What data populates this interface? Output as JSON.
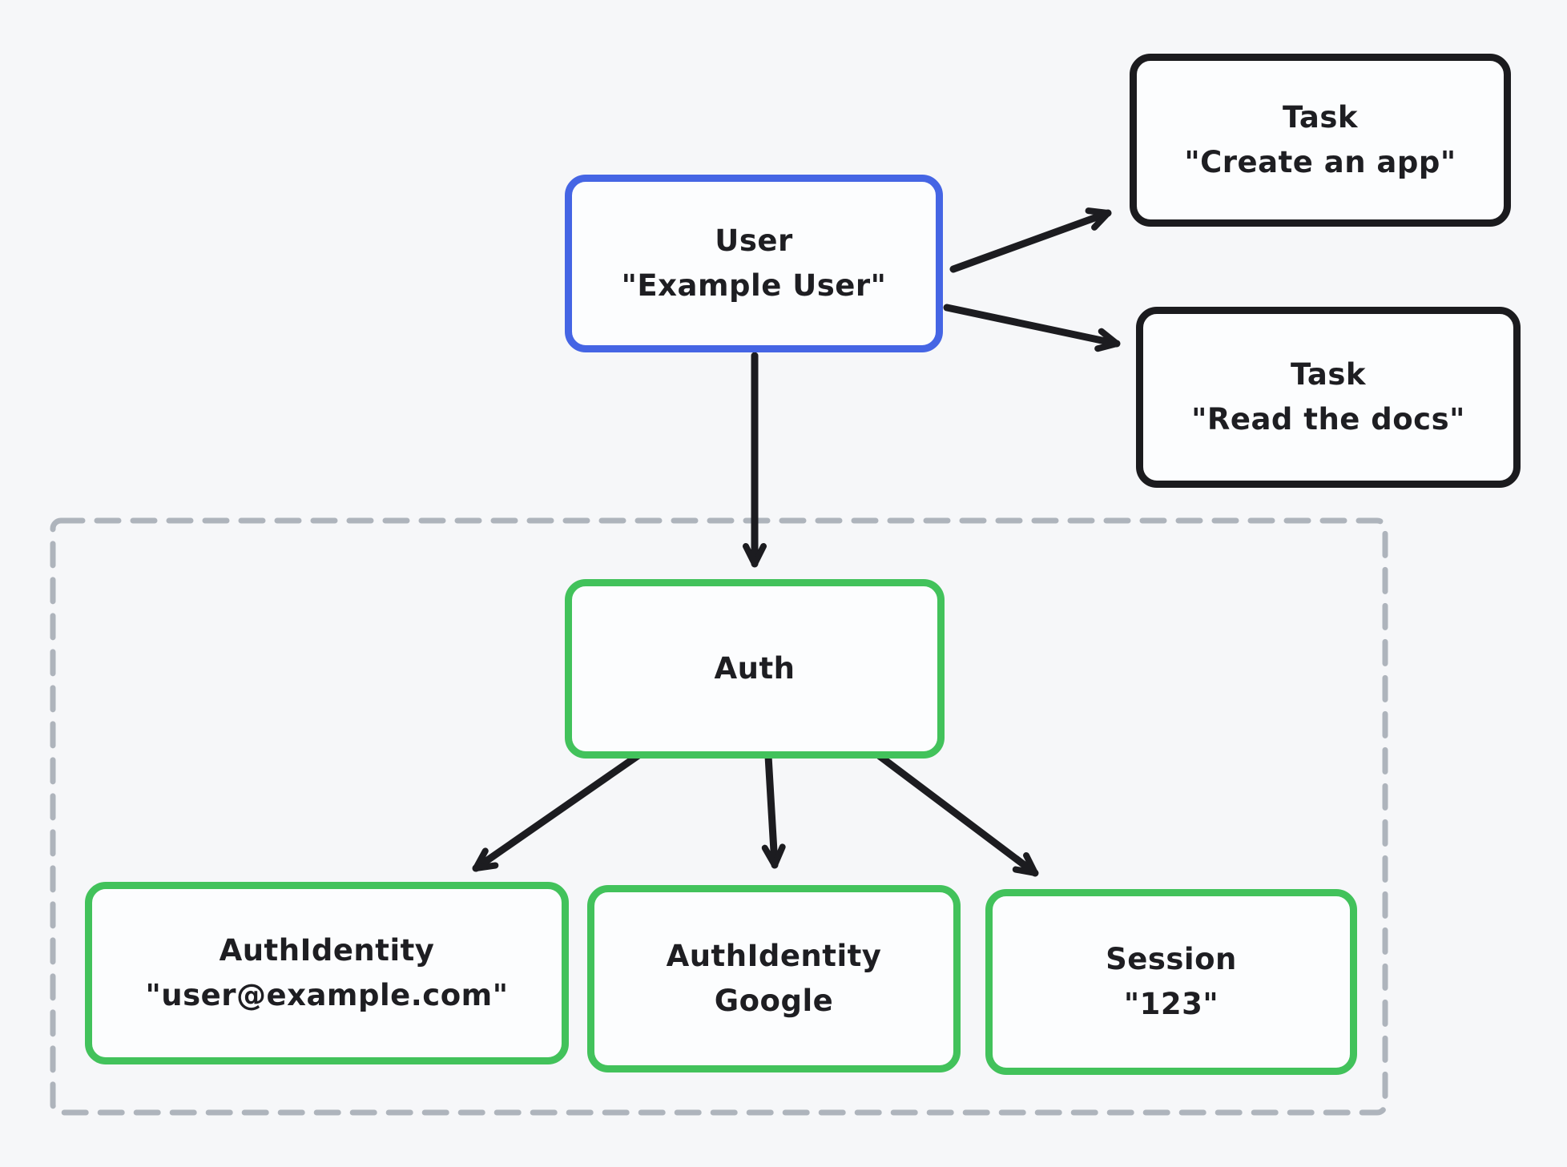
{
  "diagram": {
    "nodes": {
      "user": {
        "lines": [
          "User",
          "\"Example User\""
        ]
      },
      "task_create": {
        "lines": [
          "Task",
          "\"Create an app\""
        ]
      },
      "task_read": {
        "lines": [
          "Task",
          "\"Read the docs\""
        ]
      },
      "auth": {
        "lines": [
          "Auth"
        ]
      },
      "auth_identity_email": {
        "lines": [
          "AuthIdentity",
          "\"user@example.com\""
        ]
      },
      "auth_identity_google": {
        "lines": [
          "AuthIdentity",
          "Google"
        ]
      },
      "session": {
        "lines": [
          "Session",
          "\"123\""
        ]
      }
    },
    "edges": [
      {
        "from": "user",
        "to": "task_create"
      },
      {
        "from": "user",
        "to": "task_read"
      },
      {
        "from": "user",
        "to": "auth"
      },
      {
        "from": "auth",
        "to": "auth_identity_email"
      },
      {
        "from": "auth",
        "to": "auth_identity_google"
      },
      {
        "from": "auth",
        "to": "session"
      }
    ],
    "group": {
      "style": "dashed",
      "contains": [
        "auth",
        "auth_identity_email",
        "auth_identity_google",
        "session"
      ]
    },
    "colors": {
      "background": "#f6f7f9",
      "node_fill": "#fcfdfe",
      "user_border": "#4565e4",
      "task_border": "#1b1b1e",
      "auth_border": "#42c25b",
      "group_dash": "#aeb4bc",
      "arrow": "#1c1c20",
      "text": "#1e1e22"
    }
  }
}
